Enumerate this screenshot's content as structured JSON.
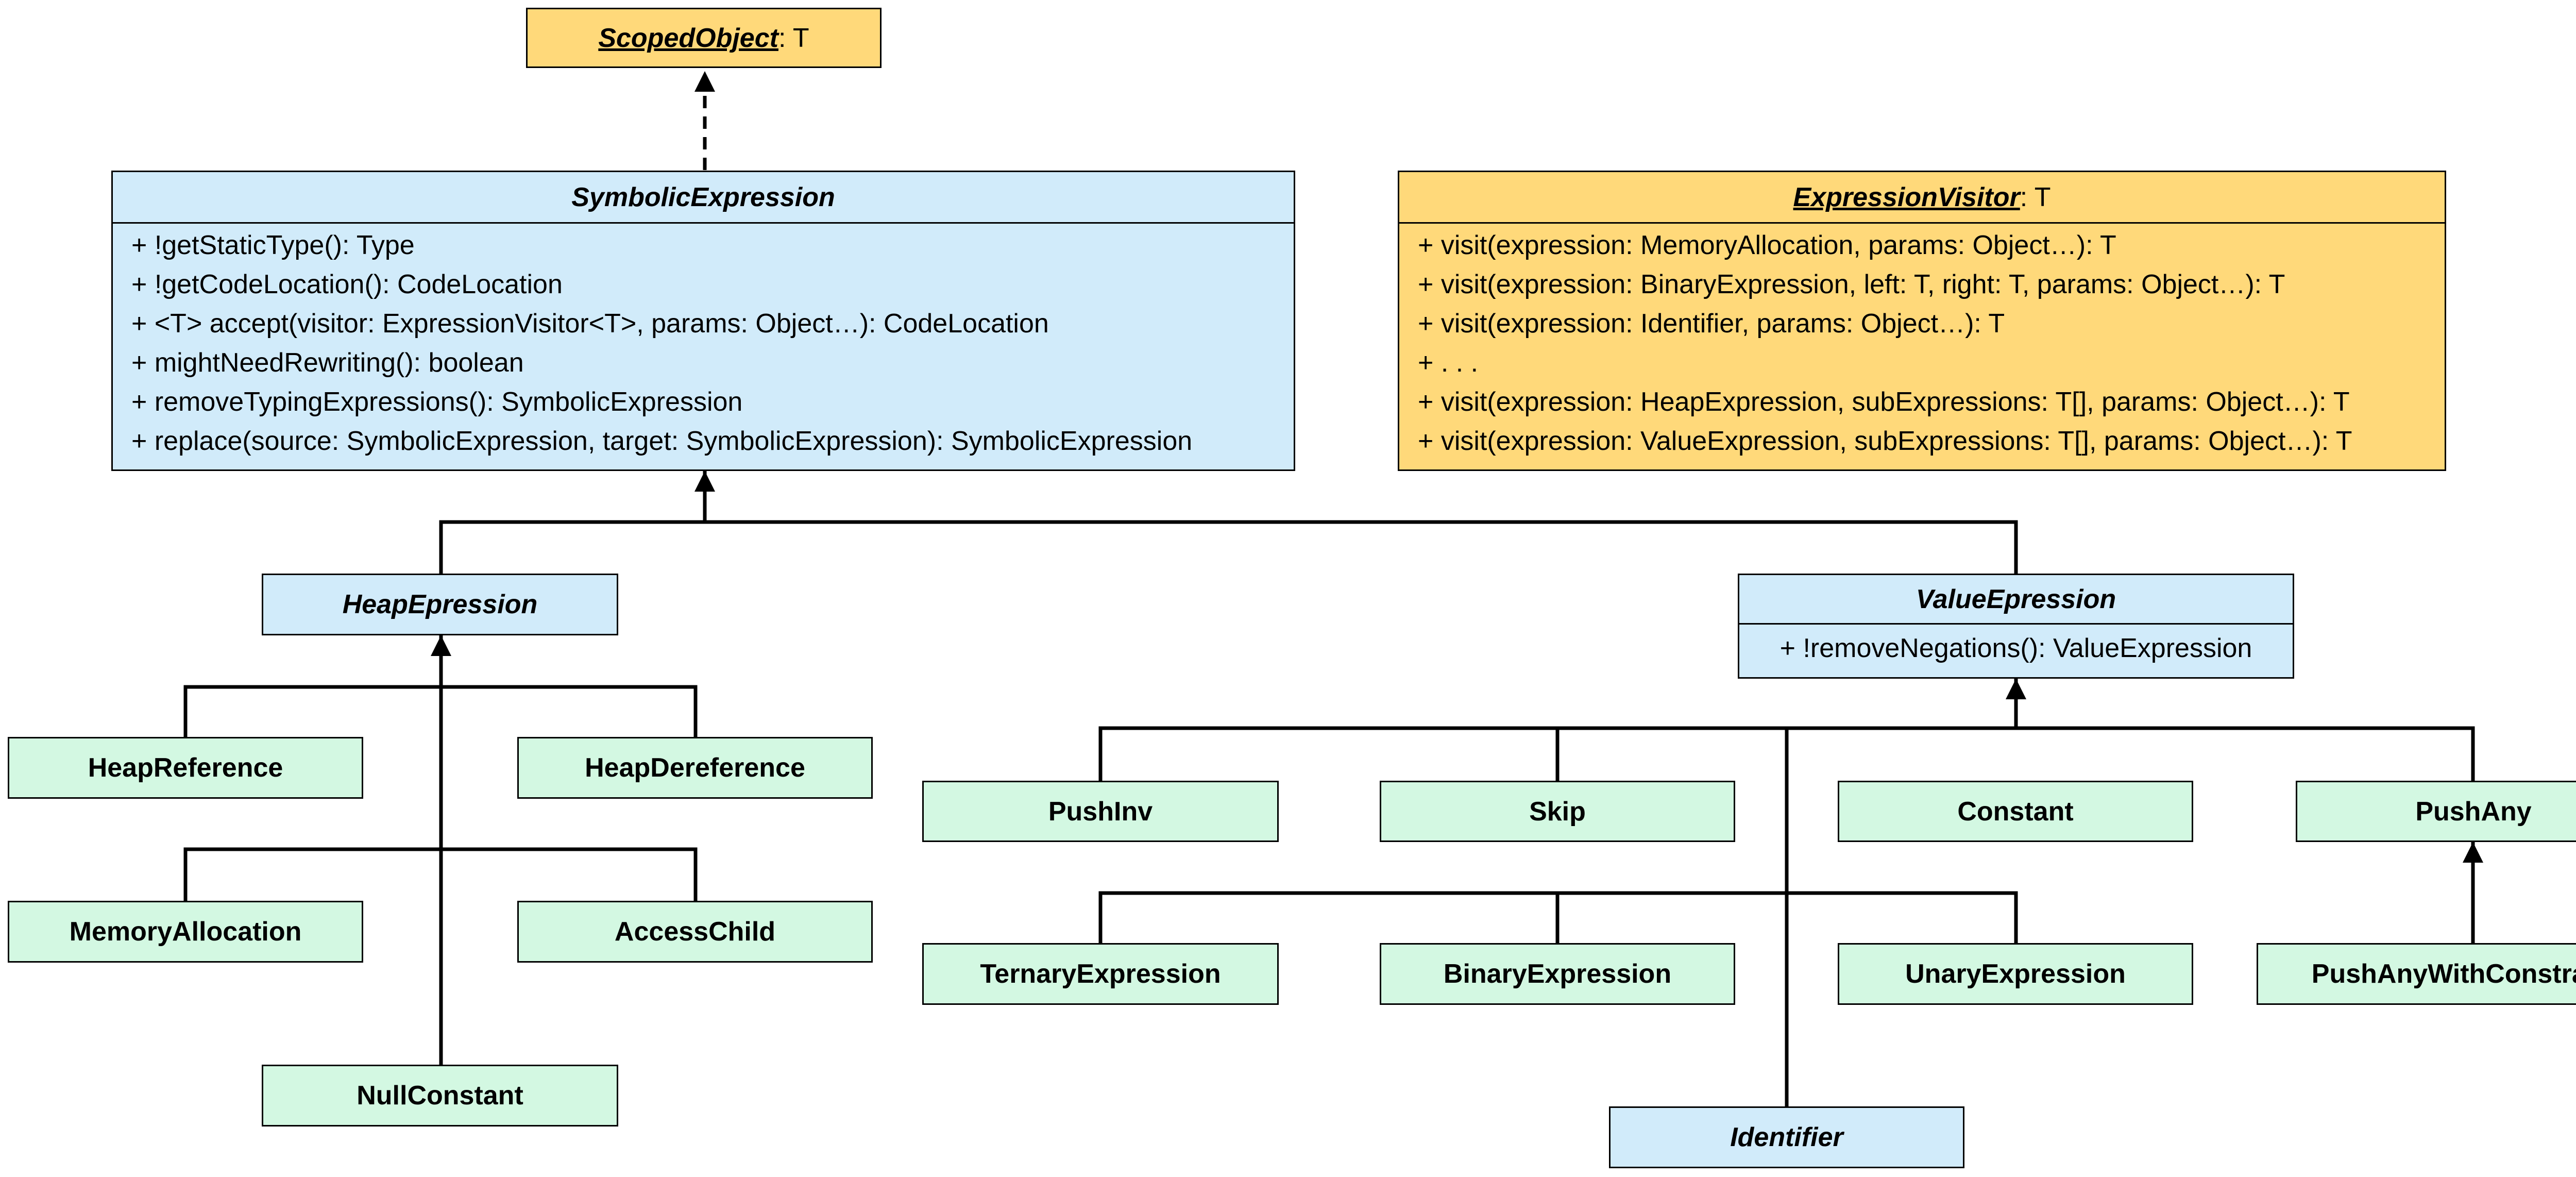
{
  "scoped_object": {
    "name": "ScopedObject",
    "type_param": " : T"
  },
  "symbolic_expression": {
    "name": "SymbolicExpression",
    "members": [
      "+ !getStaticType(): Type",
      "+ !getCodeLocation(): CodeLocation",
      "+ <T> accept(visitor: ExpressionVisitor<T>, params: Object…): CodeLocation",
      "+ mightNeedRewriting(): boolean",
      "+ removeTypingExpressions(): SymbolicExpression",
      "+ replace(source: SymbolicExpression, target: SymbolicExpression): SymbolicExpression"
    ]
  },
  "expression_visitor": {
    "name": "ExpressionVisitor",
    "type_param": ": T",
    "members": [
      "+ visit(expression: MemoryAllocation, params: Object…): T",
      "+ visit(expression: BinaryExpression, left: T, right: T, params: Object…): T",
      "+ visit(expression: Identifier, params: Object…): T",
      "+ . . .",
      "+ visit(expression: HeapExpression, subExpressions: T[], params: Object…): T",
      "+ visit(expression: ValueExpression, subExpressions: T[], params: Object…): T"
    ]
  },
  "heap_expression": {
    "name": "HeapEpression"
  },
  "value_expression": {
    "name": "ValueEpression",
    "members": [
      "+ !removeNegations(): ValueExpression"
    ]
  },
  "identifier": {
    "name": "Identifier"
  },
  "heap_subclasses": {
    "heap_reference": "HeapReference",
    "heap_dereference": "HeapDereference",
    "memory_allocation": "MemoryAllocation",
    "access_child": "AccessChild",
    "null_constant": "NullConstant"
  },
  "value_subclasses": {
    "push_inv": "PushInv",
    "skip": "Skip",
    "constant": "Constant",
    "push_any": "PushAny",
    "ternary_expression": "TernaryExpression",
    "binary_expression": "BinaryExpression",
    "unary_expression": "UnaryExpression",
    "push_any_with_constraints": "PushAnyWithConstraints"
  },
  "colors": {
    "interface_fill": "#ffd97a",
    "abstract_fill": "#d1ebfa",
    "concrete_fill": "#d3f8e2",
    "line": "#000000"
  }
}
